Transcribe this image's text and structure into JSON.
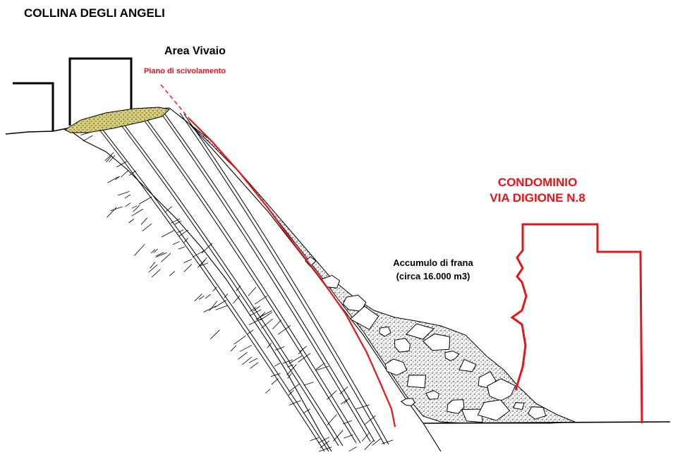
{
  "title": "COLLINA DEGLI ANGELI",
  "labels": {
    "area_vivaio": "Area Vivaio",
    "piano": "Piano di scivolamento",
    "condominio_line1": "CONDOMINIO",
    "condominio_line2": "VIA DIGIONE N.8",
    "accumulo_line1": "Accumulo di frana",
    "accumulo_line2": "(circa 16.000 m3)"
  },
  "colors": {
    "outline": "#000000",
    "sliding_plane": "#e8141b",
    "building_condominio": "#e8141b",
    "topsoil_fill": "#d8cf78"
  }
}
